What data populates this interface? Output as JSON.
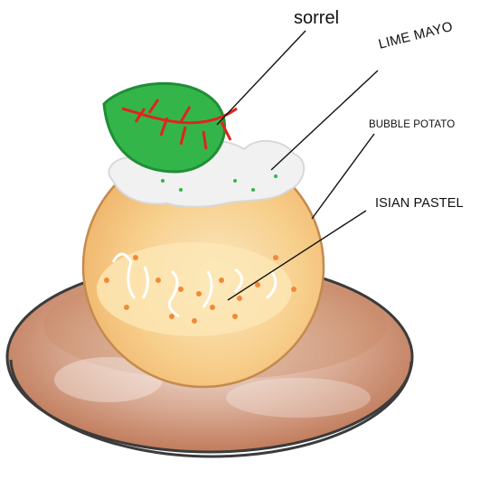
{
  "labels": {
    "sorrel": "sorrel",
    "lime_mayo": "LIME MAYO",
    "bubble_potato": "BUBBLE POTATO",
    "isian_pastel": "ISIAN PASTEL"
  },
  "colors": {
    "plate_rim": "#b8633a",
    "plate_outline": "#3b3b3b",
    "potato_fill": "#f6c984",
    "potato_outline": "#c58a4c",
    "filling_dots": "#f08a3a",
    "leaf_fill": "#34b54a",
    "leaf_vein": "#e0241b",
    "mayo": "#f1f1f1"
  },
  "icons": {
    "plate": "plate-illustration",
    "potato": "bubble-potato-illustration",
    "mayo": "lime-mayo-illustration",
    "leaf": "sorrel-leaf-illustration"
  }
}
